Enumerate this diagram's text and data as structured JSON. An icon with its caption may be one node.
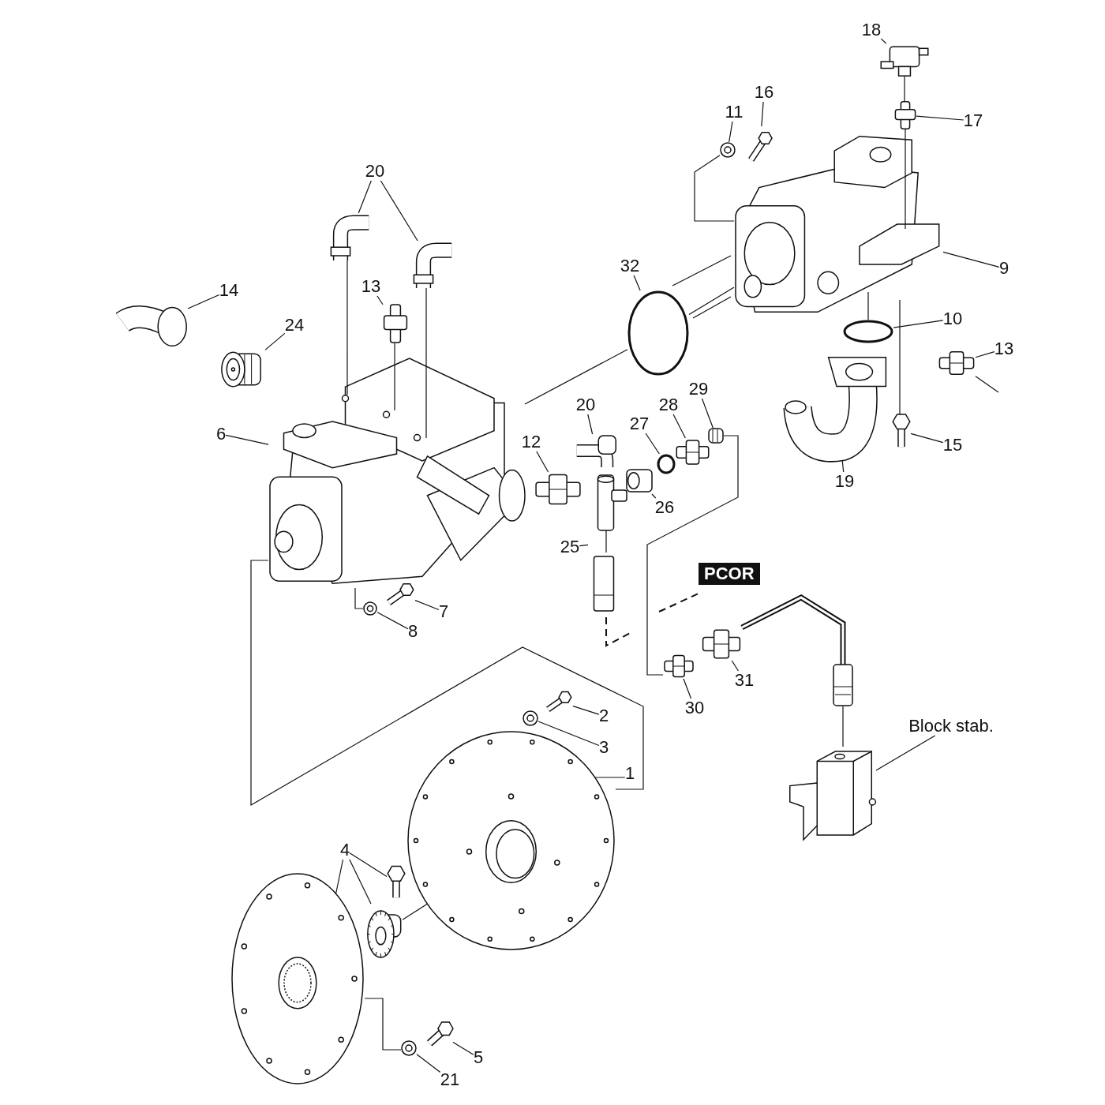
{
  "diagram": {
    "nodes": [
      {
        "text": [
          "18"
        ]
      },
      {
        "text": [],
        "shape": "picture"
      },
      {
        "text": [
          "16"
        ]
      },
      {
        "text": [],
        "shape": "picture"
      },
      {
        "text": [
          "11"
        ]
      },
      {
        "text": [],
        "shape": "picture"
      },
      {
        "text": [
          "17"
        ]
      },
      {
        "text": [],
        "shape": "picture"
      },
      {
        "text": [
          "20"
        ]
      },
      {
        "text": [],
        "shape": "picture"
      },
      {
        "text": [],
        "shape": "picture"
      },
      {
        "text": [
          "9"
        ]
      },
      {
        "text": [],
        "shape": "picture"
      },
      {
        "text": [
          "32"
        ]
      },
      {
        "text": [],
        "shape": "circle"
      },
      {
        "text": [
          "14"
        ]
      },
      {
        "text": [],
        "shape": "picture"
      },
      {
        "text": [
          "13"
        ]
      },
      {
        "text": [],
        "shape": "picture"
      },
      {
        "text": [
          "10"
        ]
      },
      {
        "text": [],
        "shape": "circle"
      },
      {
        "text": [
          "24"
        ]
      },
      {
        "text": [],
        "shape": "picture"
      },
      {
        "text": [
          "13"
        ]
      },
      {
        "text": [],
        "shape": "picture"
      },
      {
        "text": [
          "29"
        ]
      },
      {
        "text": [],
        "shape": "picture"
      },
      {
        "text": [
          "20"
        ]
      },
      {
        "text": [],
        "shape": "picture"
      },
      {
        "text": [
          "28"
        ]
      },
      {
        "text": [],
        "shape": "picture"
      },
      {
        "text": [
          "27"
        ]
      },
      {
        "text": [],
        "shape": "circle"
      },
      {
        "text": [
          "12"
        ]
      },
      {
        "text": [],
        "shape": "picture"
      },
      {
        "text": [
          "6"
        ]
      },
      {
        "text": [],
        "shape": "picture"
      },
      {
        "text": [
          "15"
        ]
      },
      {
        "text": [],
        "shape": "picture"
      },
      {
        "text": [
          "26"
        ]
      },
      {
        "text": [],
        "shape": "picture"
      },
      {
        "text": [
          "19"
        ]
      },
      {
        "text": [],
        "shape": "picture"
      },
      {
        "text": [
          "25"
        ]
      },
      {
        "text": [],
        "shape": "picture"
      },
      {
        "text": [
          "7"
        ]
      },
      {
        "text": [],
        "shape": "picture"
      },
      {
        "text": [
          "8"
        ]
      },
      {
        "text": [],
        "shape": "picture"
      },
      {
        "text": [
          "31"
        ]
      },
      {
        "text": [],
        "shape": "picture"
      },
      {
        "text": [
          "30"
        ]
      },
      {
        "text": [],
        "shape": "picture"
      },
      {
        "text": [
          "2"
        ]
      },
      {
        "text": [],
        "shape": "picture"
      },
      {
        "text": [
          "Block stab."
        ]
      },
      {
        "text": [],
        "shape": "picture"
      },
      {
        "text": [
          "3"
        ]
      },
      {
        "text": [],
        "shape": "picture"
      },
      {
        "text": [
          "1"
        ]
      },
      {
        "text": [],
        "shape": "picture"
      },
      {
        "text": [
          "4"
        ]
      },
      {
        "text": [],
        "shape": "picture"
      },
      {
        "text": [],
        "shape": "picture"
      },
      {
        "text": [],
        "shape": "picture"
      },
      {
        "text": [
          "5"
        ]
      },
      {
        "text": [],
        "shape": "picture"
      },
      {
        "text": [
          "21"
        ]
      },
      {
        "text": [],
        "shape": "picture"
      }
    ],
    "edges": [
      {
        "from": 0,
        "to": 1,
        "arrow": "none"
      },
      {
        "from": 2,
        "to": 3,
        "arrow": "none"
      },
      {
        "from": 4,
        "to": 5,
        "arrow": "none"
      },
      {
        "from": 6,
        "to": 7,
        "arrow": "none"
      },
      {
        "from": 8,
        "to": 9,
        "arrow": "none"
      },
      {
        "from": 8,
        "to": 10,
        "arrow": "none"
      },
      {
        "from": 11,
        "to": 12,
        "arrow": "none"
      },
      {
        "from": 13,
        "to": 14,
        "arrow": "none"
      },
      {
        "from": 15,
        "to": 16,
        "arrow": "none"
      },
      {
        "from": 17,
        "to": 18,
        "arrow": "none"
      },
      {
        "from": 19,
        "to": 20,
        "arrow": "none"
      },
      {
        "from": 21,
        "to": 22,
        "arrow": "none"
      },
      {
        "from": 23,
        "to": 24,
        "arrow": "none"
      },
      {
        "from": 25,
        "to": 26,
        "arrow": "none"
      },
      {
        "from": 27,
        "to": 28,
        "arrow": "none"
      },
      {
        "from": 29,
        "to": 30,
        "arrow": "none"
      },
      {
        "from": 31,
        "to": 32,
        "arrow": "none"
      },
      {
        "from": 33,
        "to": 34,
        "arrow": "none"
      },
      {
        "from": 35,
        "to": 36,
        "arrow": "none"
      },
      {
        "from": 37,
        "to": 38,
        "arrow": "none"
      },
      {
        "from": 39,
        "to": 40,
        "arrow": "none"
      },
      {
        "from": 41,
        "to": 42,
        "arrow": "none"
      },
      {
        "from": 43,
        "to": 44,
        "arrow": "none"
      },
      {
        "from": 45,
        "to": 46,
        "arrow": "none"
      },
      {
        "from": 47,
        "to": 48,
        "arrow": "none"
      },
      {
        "from": 49,
        "to": 50,
        "arrow": "none"
      },
      {
        "from": 51,
        "to": 52,
        "arrow": "none"
      },
      {
        "from": 53,
        "to": 54,
        "arrow": "none"
      },
      {
        "from": 55,
        "to": 56,
        "arrow": "none"
      },
      {
        "from": 57,
        "to": 58,
        "arrow": "none"
      },
      {
        "from": 59,
        "to": 60,
        "arrow": "none"
      },
      {
        "from": 61,
        "to": 62,
        "arrow": "none"
      },
      {
        "from": 61,
        "to": 63,
        "arrow": "none"
      },
      {
        "from": 61,
        "to": 64,
        "arrow": "none"
      },
      {
        "from": 65,
        "to": 66,
        "arrow": "none"
      },
      {
        "from": 67,
        "to": 68,
        "arrow": "none"
      },
      {
        "from": 9,
        "to": 36,
        "arrow": "none"
      },
      {
        "from": 10,
        "to": 36,
        "arrow": "none"
      },
      {
        "from": 18,
        "to": 36,
        "arrow": "none"
      },
      {
        "from": 1,
        "to": 7,
        "arrow": "none"
      },
      {
        "from": 7,
        "to": 12,
        "arrow": "none"
      },
      {
        "from": 12,
        "to": 20,
        "arrow": "none"
      },
      {
        "from": 36,
        "to": 48,
        "arrow": "none"
      },
      {
        "from": 62,
        "to": 68,
        "arrow": "none"
      },
      {
        "from": 26,
        "to": 52,
        "arrow": "none"
      },
      {
        "from": 36,
        "to": 14,
        "arrow": "none"
      },
      {
        "from": 14,
        "to": 12,
        "arrow": "none"
      },
      {
        "from": 12,
        "to": 38,
        "arrow": "none"
      },
      {
        "from": 36,
        "to": 60,
        "arrow": "none"
      },
      {
        "from": 63,
        "to": 60,
        "arrow": "none"
      },
      {
        "from": 5,
        "to": 12,
        "arrow": "none"
      },
      {
        "from": 24,
        "to": null,
        "arrow": "none"
      }
    ],
    "labels": [
      "PCOR"
    ]
  }
}
